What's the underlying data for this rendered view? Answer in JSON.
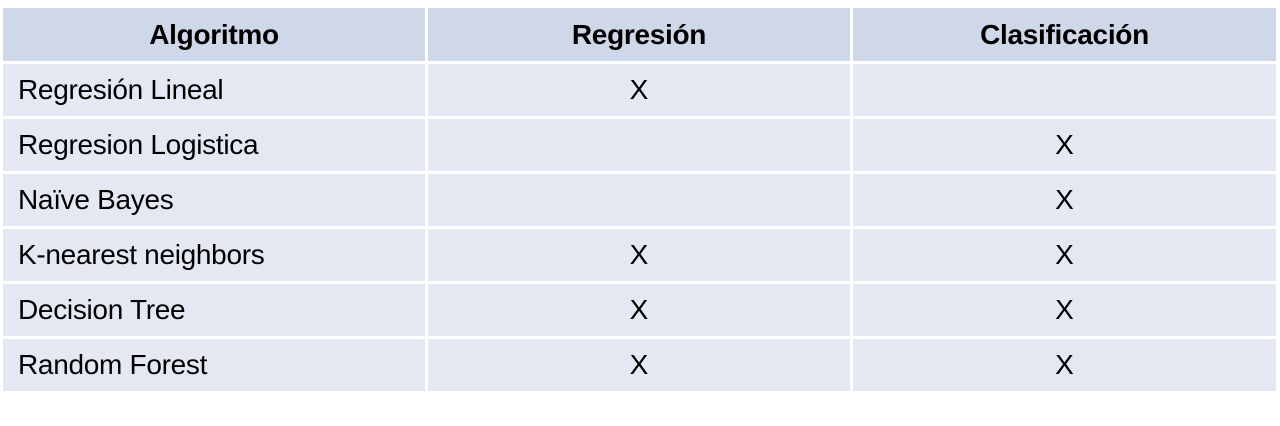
{
  "table": {
    "headers": [
      "Algoritmo",
      "Regresión",
      "Clasificación"
    ],
    "rows": [
      {
        "algorithm": "Regresión Lineal",
        "regression": "X",
        "classification": ""
      },
      {
        "algorithm": "Regresion Logistica",
        "regression": "",
        "classification": "X"
      },
      {
        "algorithm": "Naïve Bayes",
        "regression": "",
        "classification": "X"
      },
      {
        "algorithm": "K-nearest neighbors",
        "regression": "X",
        "classification": "X"
      },
      {
        "algorithm": "Decision Tree",
        "regression": "X",
        "classification": "X"
      },
      {
        "algorithm": "Random Forest",
        "regression": "X",
        "classification": "X"
      }
    ]
  },
  "colors": {
    "header_bg": "#cfd8e9",
    "row_bg": "#e3e8f2",
    "border": "#ffffff"
  }
}
